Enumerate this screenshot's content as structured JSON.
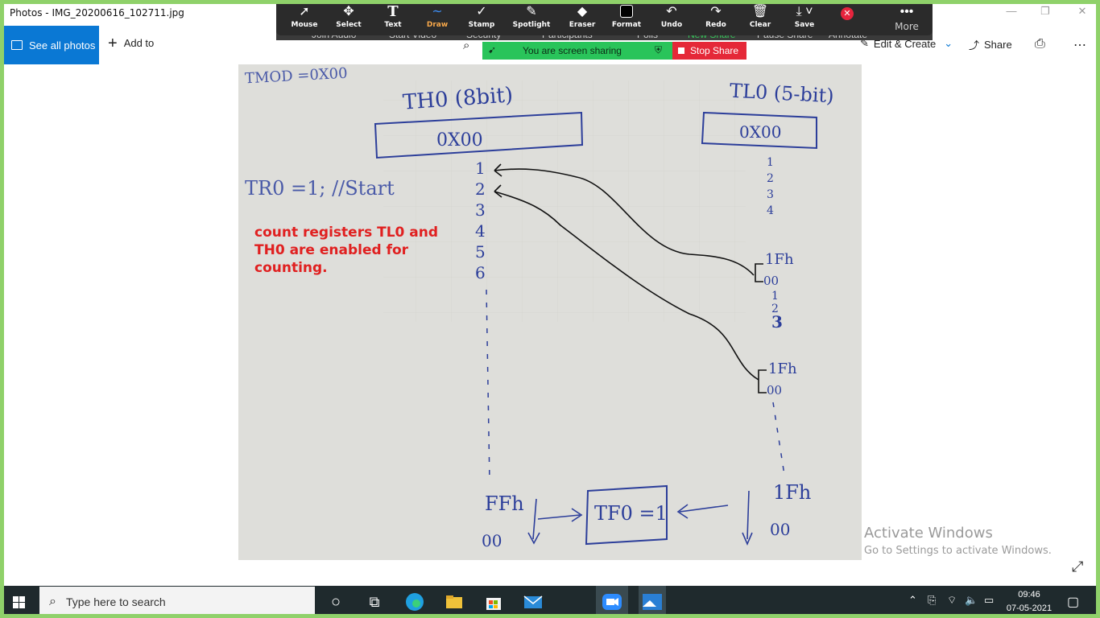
{
  "window": {
    "title": "Photos - IMG_20200616_102711.jpg"
  },
  "commandbar": {
    "see_all": "See all photos",
    "add_to": "Add to",
    "edit_create": "Edit & Create",
    "share": "Share"
  },
  "zoom_toolbar": {
    "tools": [
      {
        "label": "Mouse",
        "icon": "cursor-icon"
      },
      {
        "label": "Select",
        "icon": "move-icon"
      },
      {
        "label": "Text",
        "icon": "text-icon"
      },
      {
        "label": "Draw",
        "icon": "draw-icon",
        "active": true
      },
      {
        "label": "Stamp",
        "icon": "check-icon"
      },
      {
        "label": "Spotlight",
        "icon": "wand-icon"
      },
      {
        "label": "Eraser",
        "icon": "eraser-icon"
      },
      {
        "label": "Format",
        "icon": "square-icon"
      },
      {
        "label": "Undo",
        "icon": "undo-icon"
      },
      {
        "label": "Redo",
        "icon": "redo-icon"
      },
      {
        "label": "Clear",
        "icon": "trash-icon"
      },
      {
        "label": "Save",
        "icon": "save-icon"
      }
    ],
    "more": "More",
    "behind": [
      "Join Audio",
      "Start Video",
      "Security",
      "Participants",
      "Polls",
      "New Share",
      "Pause Share",
      "Annotate"
    ],
    "sharing": "You are screen sharing",
    "stop_share": "Stop Share"
  },
  "photo": {
    "tmod": "TMOD =0X00",
    "th0_title": "TH0 (8bit)",
    "tl0_title": "TL0 (5-bit)",
    "th0_value": "0X00",
    "tl0_value": "0X00",
    "tr0": "TR0 =1; //Start",
    "th0_counts": [
      "1",
      "2",
      "3",
      "4",
      "5",
      "6"
    ],
    "tl0_counts": [
      "1",
      "2",
      "3",
      "4"
    ],
    "ffh": "FFh",
    "zero_left": "00",
    "tf0": "TF0 =1",
    "one_fh": "1Fh",
    "zero_right": "00",
    "tl0_mid1": "1Fh",
    "tl0_mid0": "00",
    "tl0_mid_counts": [
      "1",
      "2",
      "3"
    ],
    "tl0_mid2": "1Fh",
    "tl0_mid3": "00"
  },
  "annotation": "count registers TL0 and TH0 are enabled for counting.",
  "watermark": {
    "line1": "Activate Windows",
    "line2": "Go to Settings to activate Windows."
  },
  "taskbar": {
    "search_placeholder": "Type here to search",
    "time": "09:46",
    "date": "07-05-2021"
  }
}
